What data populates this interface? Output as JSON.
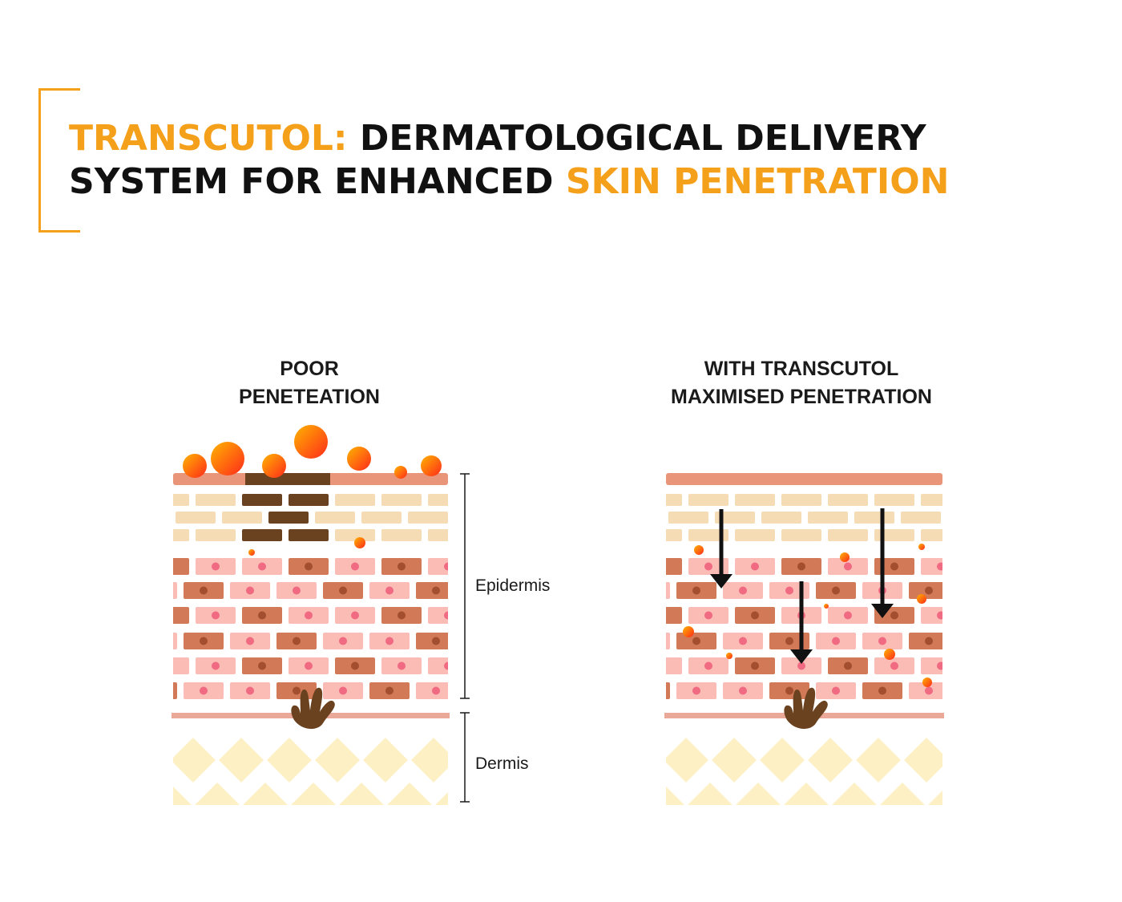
{
  "title": {
    "line1_accent": "TRANSCUTOL:",
    "line1_rest": "DERMATOLOGICAL DELIVERY",
    "line2_rest": "SYSTEM FOR ENHANCED",
    "line2_accent": "SKIN PENETRATION"
  },
  "panels": {
    "left": {
      "heading_line1": "POOR",
      "heading_line2": "PENETEATION"
    },
    "right": {
      "heading_line1": "WITH TRANSCUTOL",
      "heading_line2": "MAXIMISED PENETRATION"
    }
  },
  "layers": {
    "epidermis_label": "Epidermis",
    "dermis_label": "Dermis"
  },
  "colors": {
    "accent": "#f5a01a",
    "title_text": "#111111",
    "surface_band": "#e8957a",
    "outer_cell": "#f6dcb4",
    "barrier_cell": "#6b4220",
    "pink_cell": "#fbbcb6",
    "brown_cell": "#d27a58",
    "nucleus_pink": "#f06a82",
    "nucleus_brown": "#a34e2e",
    "basement_line": "#eaa898",
    "dermis_diamond": "#fdf0c4",
    "hand_shape": "#6b4220",
    "arrow": "#111111",
    "particle_light": "#ffb400",
    "particle_dark": "#ff2a1a"
  },
  "icons": [
    "hand-shape-icon",
    "arrow-down-icon",
    "particle-icon"
  ]
}
